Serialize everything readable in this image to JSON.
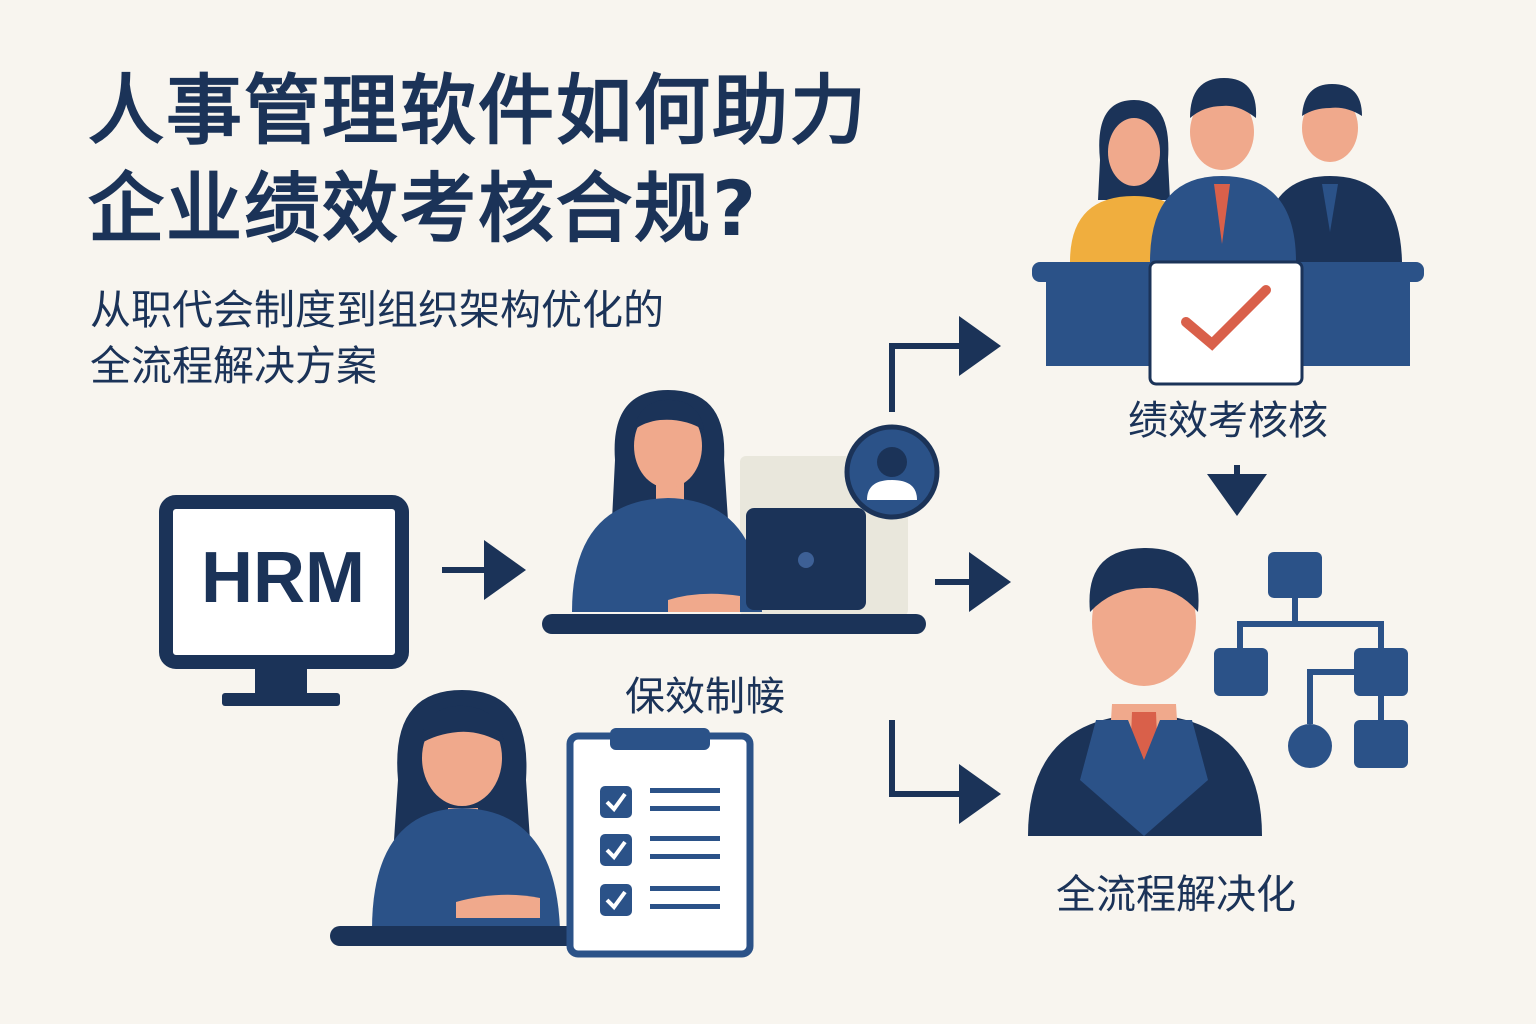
{
  "title": {
    "line1": "人事管理软件如何助力",
    "line2": "企业绩效考核合规?"
  },
  "subtitle": {
    "line1": "从职代会制度到组织架构优化的",
    "line2": "全流程解决方案"
  },
  "hrm_monitor": {
    "text": "HRM"
  },
  "labels": {
    "assessment": "绩效考核核",
    "system": "保效制帹",
    "solution": "全流程解决化"
  },
  "icons": {
    "monitor": "monitor-icon",
    "laptop_worker": "woman-laptop-icon",
    "user_badge": "user-circle-icon",
    "committee": "committee-panel-icon",
    "manager": "manager-icon",
    "org_chart": "org-chart-icon",
    "checklist": "checklist-clipboard-icon",
    "checklist_worker": "woman-desk-icon"
  },
  "colors": {
    "navy": "#1b3358",
    "blue": "#2b5288",
    "skin": "#f0a98c",
    "accent_red": "#d9604a",
    "accent_yellow": "#f0ae3e",
    "background": "#f8f5ef"
  }
}
